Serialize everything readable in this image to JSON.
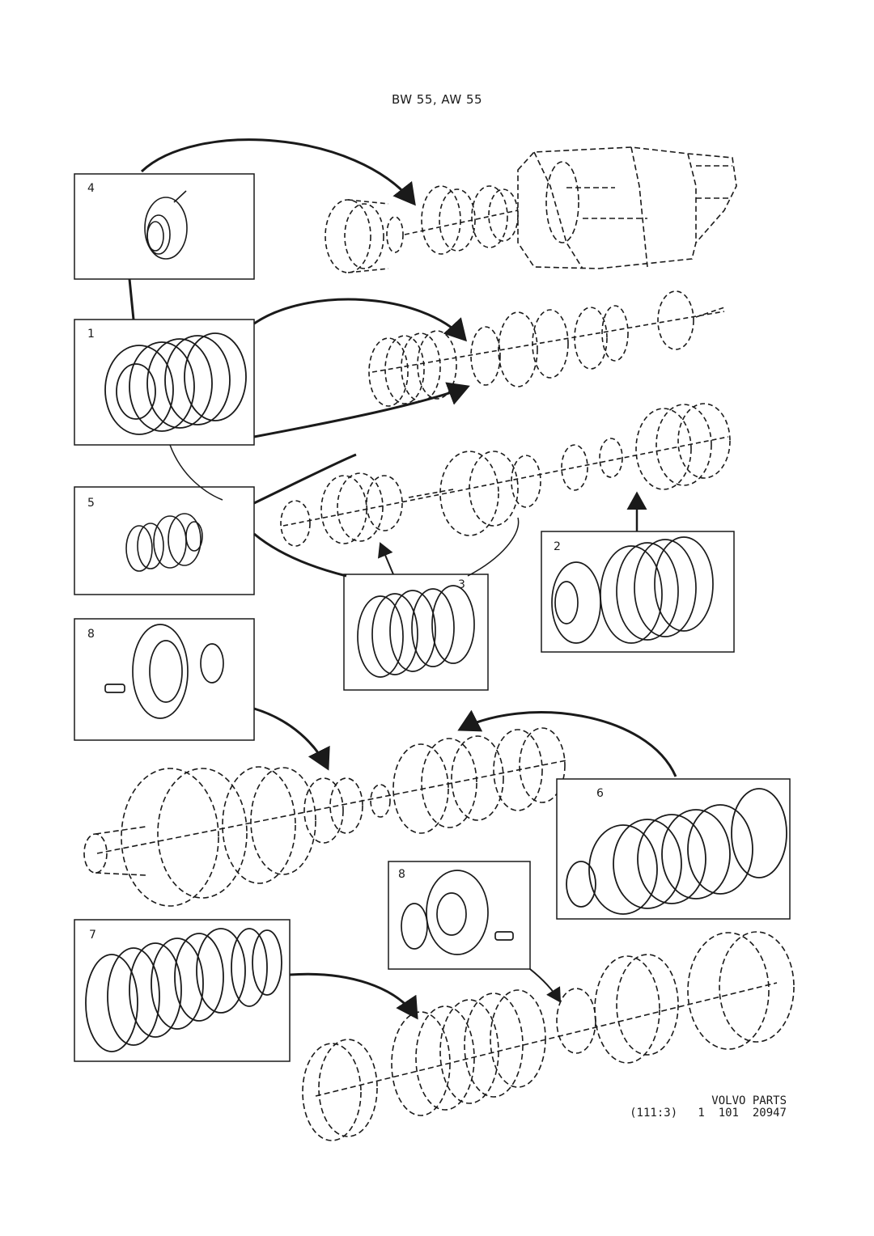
{
  "header": {
    "title": "BW 55, AW 55"
  },
  "panels": [
    {
      "id": "4",
      "label": "4"
    },
    {
      "id": "1",
      "label": "1"
    },
    {
      "id": "5",
      "label": "5"
    },
    {
      "id": "3",
      "label": "3"
    },
    {
      "id": "2",
      "label": "2"
    },
    {
      "id": "8a",
      "label": "8"
    },
    {
      "id": "6",
      "label": "6"
    },
    {
      "id": "8b",
      "label": "8"
    },
    {
      "id": "7",
      "label": "7"
    }
  ],
  "footer": {
    "brand": "VOLVO PARTS",
    "reference": "(111:3)   1  101  20947"
  }
}
